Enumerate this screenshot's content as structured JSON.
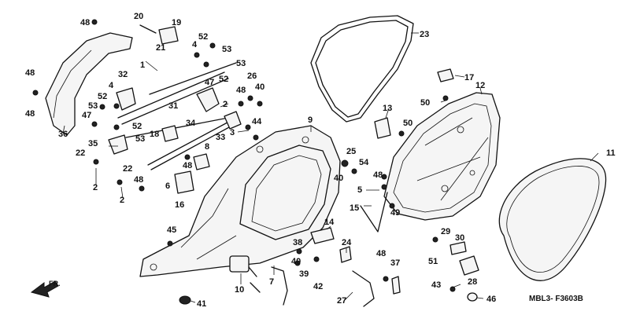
{
  "diagram": {
    "code": "MBL3- F3603B",
    "direction_label": "FR.",
    "callouts": [
      "1",
      "2",
      "3",
      "4",
      "5",
      "6",
      "7",
      "8",
      "9",
      "10",
      "11",
      "12",
      "13",
      "14",
      "15",
      "16",
      "17",
      "18",
      "19",
      "20",
      "21",
      "22",
      "23",
      "24",
      "25",
      "26",
      "27",
      "28",
      "29",
      "30",
      "31",
      "32",
      "33",
      "34",
      "35",
      "36",
      "37",
      "38",
      "39",
      "40",
      "41",
      "42",
      "43",
      "44",
      "45",
      "46",
      "47",
      "48",
      "49",
      "50",
      "51",
      "52",
      "53",
      "54"
    ]
  },
  "labels": {
    "c1": "1",
    "c2a": "2",
    "c2b": "2",
    "c2c": "2",
    "c3": "3",
    "c4a": "4",
    "c4b": "4",
    "c5": "5",
    "c6": "6",
    "c7": "7",
    "c8": "8",
    "c9": "9",
    "c10": "10",
    "c11": "11",
    "c12": "12",
    "c13": "13",
    "c14": "14",
    "c15": "15",
    "c16": "16",
    "c17": "17",
    "c18": "18",
    "c19": "19",
    "c20": "20",
    "c21": "21",
    "c22a": "22",
    "c22b": "22",
    "c23": "23",
    "c24": "24",
    "c25": "25",
    "c26": "26",
    "c27": "27",
    "c28": "28",
    "c29": "29",
    "c30": "30",
    "c31": "31",
    "c32": "32",
    "c33": "33",
    "c34": "34",
    "c35": "35",
    "c36": "36",
    "c37": "37",
    "c38": "38",
    "c39": "39",
    "c40a": "40",
    "c40b": "40",
    "c40c": "40",
    "c41": "41",
    "c42": "42",
    "c43": "43",
    "c44": "44",
    "c45": "45",
    "c46": "46",
    "c47a": "47",
    "c47b": "47",
    "c48a": "48",
    "c48b": "48",
    "c48c": "48",
    "c48d": "48",
    "c48e": "48",
    "c48f": "48",
    "c48g": "48",
    "c48h": "48",
    "c49": "49",
    "c50a": "50",
    "c50b": "50",
    "c51": "51",
    "c52a": "52",
    "c52b": "52",
    "c52c": "52",
    "c52d": "52",
    "c53a": "53",
    "c53b": "53",
    "c53c": "53",
    "c53d": "53",
    "c54": "54"
  }
}
